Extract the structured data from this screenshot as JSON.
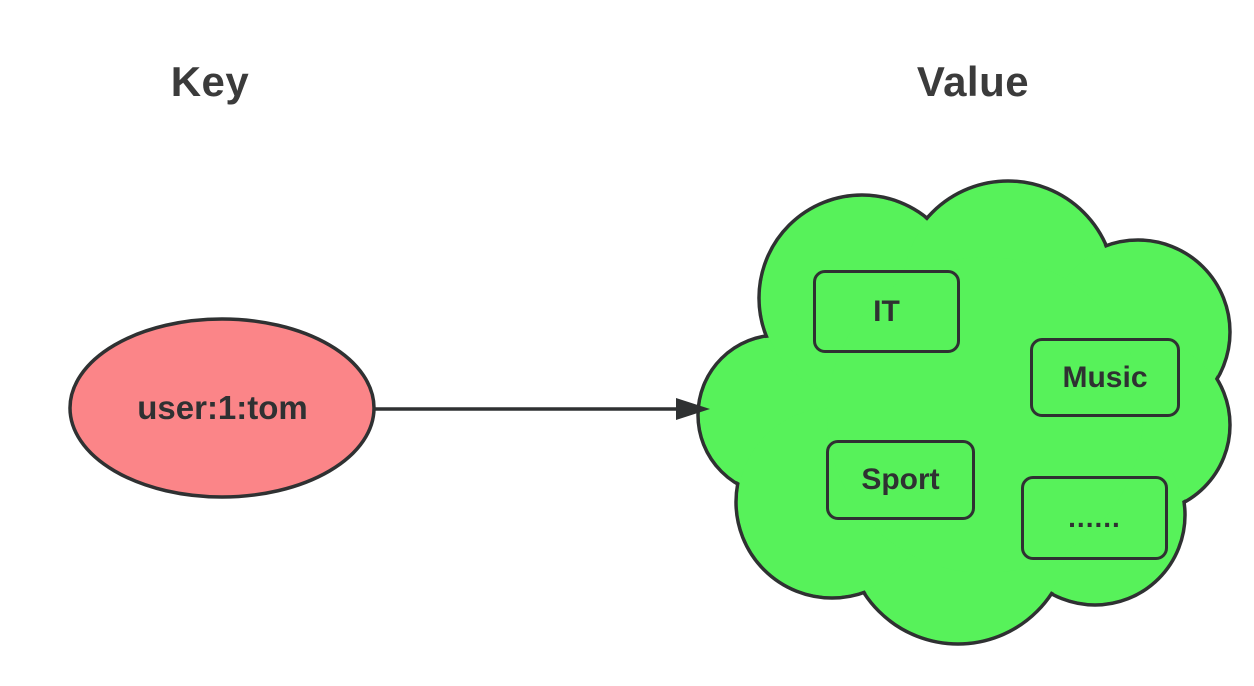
{
  "colors": {
    "background": "#ffffff",
    "outline": "#2f3132",
    "key_fill": "#fb8588",
    "value_fill": "#57f25a",
    "heading_text": "#3b3b3b",
    "node_text": "#2f3132"
  },
  "headings": {
    "key": "Key",
    "value": "Value"
  },
  "key_node": {
    "label": "user:1:tom"
  },
  "value_items": [
    {
      "label": "IT"
    },
    {
      "label": "Music"
    },
    {
      "label": "Sport"
    },
    {
      "label": "......"
    }
  ]
}
